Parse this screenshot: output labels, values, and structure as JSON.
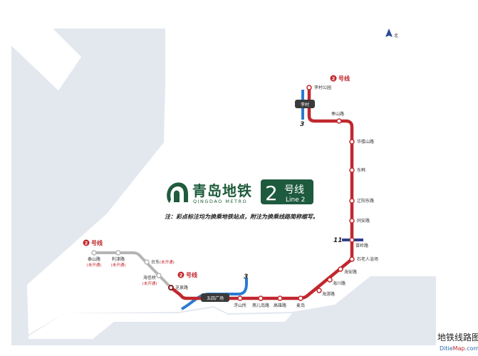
{
  "map": {
    "title_cn": "青岛地铁",
    "title_en": "QINGDAO METRO",
    "line_box": {
      "number": "2",
      "cn": "号线",
      "en": "Line 2",
      "color": "#1e5a3e"
    },
    "note": "注：彩点标注均为换乘地铁站点，附注为换乘线路简称缩写。",
    "north_label": "北",
    "line_badge": {
      "number": "2",
      "label": "号线",
      "color": "#c1272d"
    },
    "colors": {
      "line2": "#c1272d",
      "line2_unopened": "#b5b5b5",
      "line3": "#2b7bd0",
      "line11": "#2e3f8f",
      "land": "#e3e8ef",
      "transfer_box": "#3a3a3a"
    },
    "transfers": {
      "licun": {
        "name": "李村",
        "line": "3"
      },
      "wusi": {
        "name": "五四广场",
        "line": "3"
      },
      "miaoling_line": "11"
    },
    "unopened_label": "(未开通)",
    "stations": [
      {
        "name": "李村公园"
      },
      {
        "name": "枣山路"
      },
      {
        "name": "华楼山路"
      },
      {
        "name": "东韩"
      },
      {
        "name": "辽阳东路"
      },
      {
        "name": "同安路"
      },
      {
        "name": "苗岭路"
      },
      {
        "name": "石老人浴场"
      },
      {
        "name": "海安路"
      },
      {
        "name": "海川路"
      },
      {
        "name": "海游路"
      },
      {
        "name": "麦岛"
      },
      {
        "name": "高雄路"
      },
      {
        "name": "燕儿岛路"
      },
      {
        "name": "浮山所"
      },
      {
        "name": "芝泉路"
      },
      {
        "name": "海信桥",
        "status": "(未开通)"
      },
      {
        "name": "台东",
        "status": "(未开通)"
      },
      {
        "name": "利津路",
        "status": "(未开通)"
      },
      {
        "name": "泰山路",
        "status": "(未开通)"
      }
    ]
  },
  "watermark": {
    "cn": "地铁线路图",
    "en_prefix": "Ditie",
    "en_mid": "Map",
    "en_suffix": ".com"
  }
}
